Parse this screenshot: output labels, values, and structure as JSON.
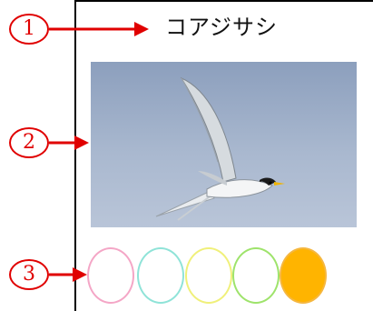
{
  "markers": [
    {
      "label": "1"
    },
    {
      "label": "2"
    },
    {
      "label": "3"
    }
  ],
  "title": "コアジサシ",
  "colors": {
    "marker": "#e00000",
    "sky": "#a9b8cf"
  },
  "palette": [
    {
      "border": "#f4a6c6",
      "fill": "#ffffff"
    },
    {
      "border": "#8fe3d8",
      "fill": "#ffffff"
    },
    {
      "border": "#f0f07a",
      "fill": "#ffffff"
    },
    {
      "border": "#9ee36b",
      "fill": "#ffffff"
    },
    {
      "border": "#f5b740",
      "fill": "#ffb400"
    }
  ]
}
